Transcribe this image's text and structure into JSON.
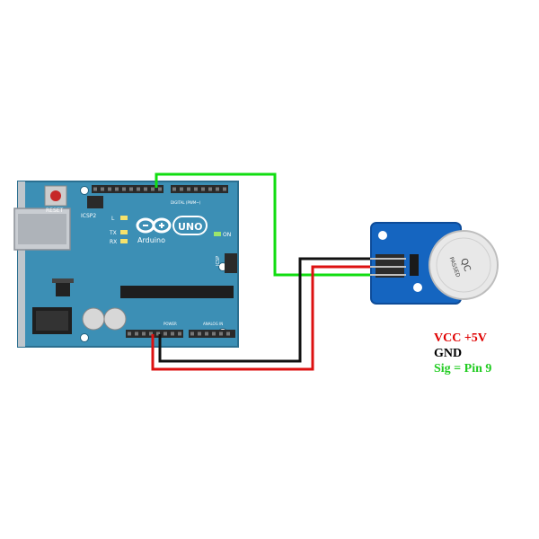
{
  "colors": {
    "board": "#3c8fb5",
    "board_dark": "#2b6f90",
    "header": "#2a2a2a",
    "module": "#1565c0",
    "module_dark": "#0e4c99",
    "buzzer": "#e8e8e8",
    "wire_green": "#11dd11",
    "wire_red": "#dd1111",
    "wire_black": "#111111",
    "vcc_text": "#e00000",
    "gnd_text": "#000000",
    "sig_text": "#22cc22"
  },
  "board": {
    "reset_label": "RESET",
    "icsp2_label": "ICSP2",
    "icsp_label": "ICSP",
    "brand": "Arduino",
    "model": "UNO",
    "l_label": "L",
    "tx_label": "TX",
    "rx_label": "RX",
    "on_label": "ON",
    "digital_label": "DIGITAL (PWM~)",
    "power_label": "POWER",
    "analog_label": "ANALOG IN"
  },
  "module": {
    "buzzer_text_1": "QC",
    "buzzer_text_2": "PASSED"
  },
  "legend": {
    "vcc": "VCC +5V",
    "gnd": "GND",
    "sig": "Sig = Pin 9"
  }
}
